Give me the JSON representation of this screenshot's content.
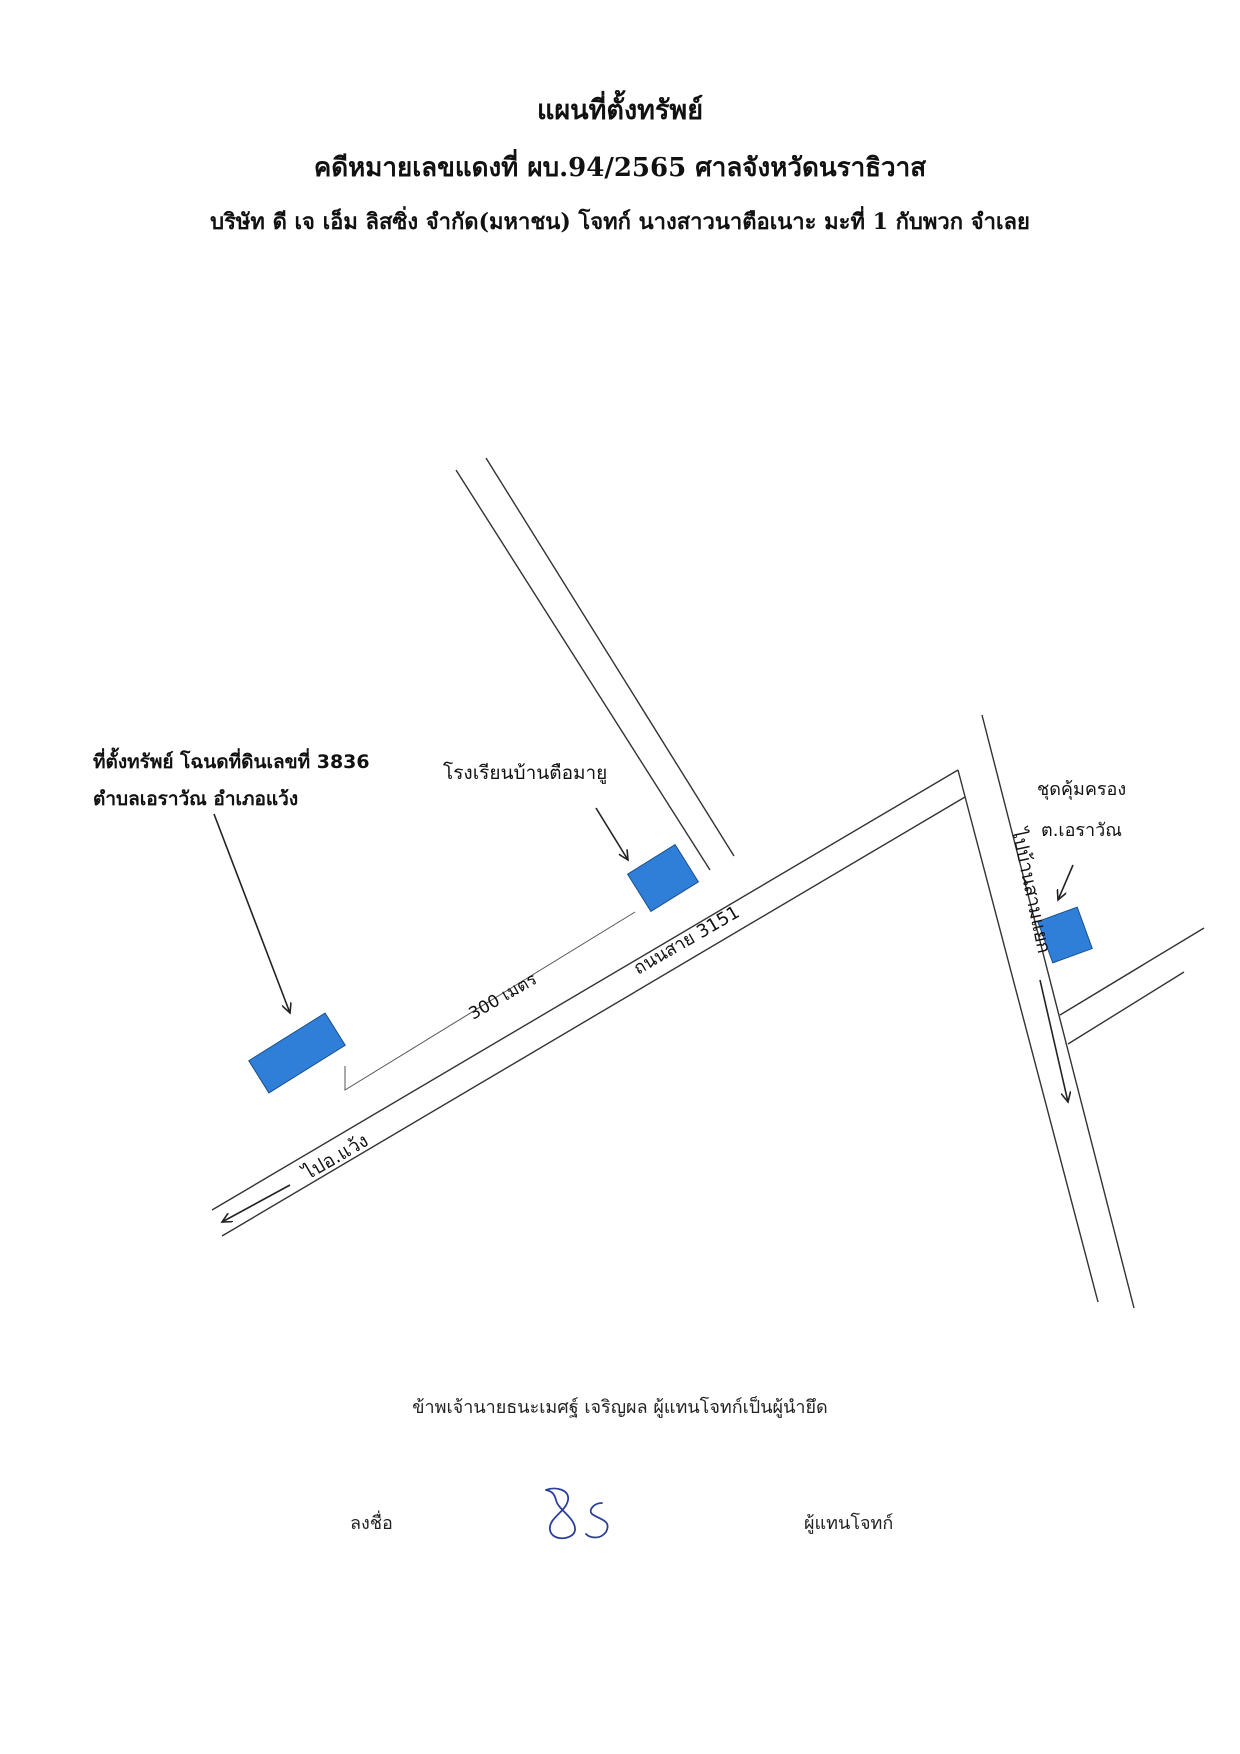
{
  "header": {
    "title": "แผนที่ตั้งทรัพย์",
    "case_line": "คดีหมายเลขแดงที่ ผบ.94/2565 ศาลจังหวัดนราธิวาส",
    "parties_line": "บริษัท ดี เจ เอ็ม ลิสซิ่ง จำกัด(มหาชน) โจทก์ นางสาวนาตือเนาะ มะที่ 1 กับพวก จำเลย"
  },
  "map": {
    "property_label_line1": "ที่ตั้งทรัพย์ โฉนดที่ดินเลขที่ 3836",
    "property_label_line2": "ตำบลเอราวัณ  อำเภอแว้ง",
    "school_label": "โรงเรียนบ้านตือมายู",
    "community_label_line1": "ชุดคุ้มครอง",
    "community_label_line2": "ต.เอราวัณ",
    "distance_label": "300 เมตร",
    "road_label": "ถนนสาย 3151",
    "to_waeng_label": "ไปอ.แว้ง",
    "to_village_label": "ไปบ้านสามแยก",
    "marker_color": "#2f7fd8"
  },
  "footer": {
    "note": "ข้าพเจ้านายธนะเมศฐ์ เจริญผล ผู้แทนโจทก์เป็นผู้นำยึด",
    "sign_label": "ลงชื่อ",
    "signature": "85",
    "signer_role": "ผู้แทนโจทก์"
  }
}
